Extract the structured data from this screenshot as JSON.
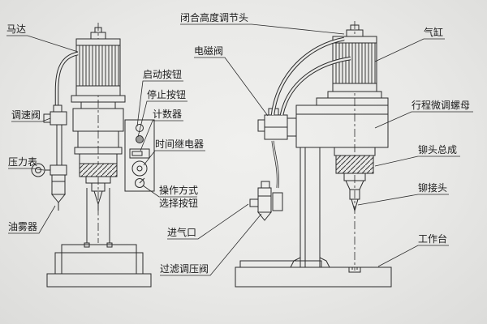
{
  "diagram_title": "pneumatic-riveting-machine-two-views",
  "colors": {
    "background": "#e9e9e7",
    "line": "#2b2b2b",
    "text": "#1c1c1c"
  },
  "labels": {
    "motor": "马达",
    "speed_valve": "调速阀",
    "pressure_gauge": "压力表",
    "oil_mister": "油雾器",
    "start_button": "启动按钮",
    "stop_button": "停止按钮",
    "counter": "计数器",
    "time_relay": "时间继电器",
    "mode_line1": "操作方式",
    "mode_line2": "选择按钮",
    "air_inlet": "进气口",
    "filter_regulator": "过滤调压阀",
    "solenoid_valve": "电磁阀",
    "close_height_adjuster": "闭合高度调节头",
    "air_cylinder": "气缸",
    "stroke_fine_nut": "行程微调螺母",
    "rivet_head_assembly": "铆头总成",
    "rivet_joint": "铆接头",
    "worktable": "工作台"
  }
}
